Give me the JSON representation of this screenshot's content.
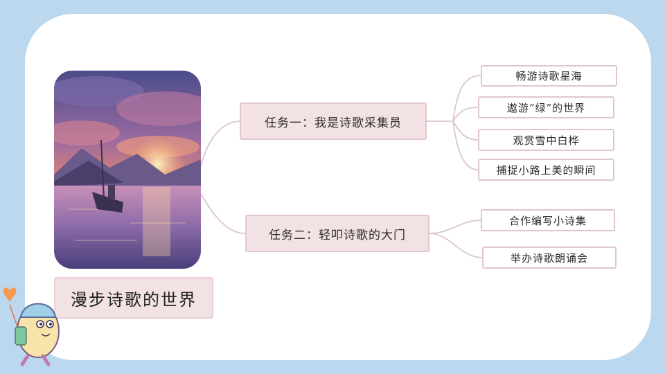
{
  "main_title": "漫步诗歌的世界",
  "tasks": [
    {
      "label": "任务一：我是诗歌采集员",
      "items": [
        "畅游诗歌星海",
        "遨游“绿”的世界",
        "观赏雪中白桦",
        "捕捉小路上美的瞬间"
      ]
    },
    {
      "label": "任务二：轻叩诗歌的大门",
      "items": [
        "合作编写小诗集",
        "举办诗歌朗诵会"
      ]
    }
  ],
  "colors": {
    "background": "#bcd8ef",
    "card": "#ffffff",
    "task_fill": "#f3e2e3",
    "line": "#dcc3d3"
  },
  "icons": {
    "photo": "sunset-boat-illustration",
    "mascot": "walking-egg-mascot-with-balloon"
  }
}
